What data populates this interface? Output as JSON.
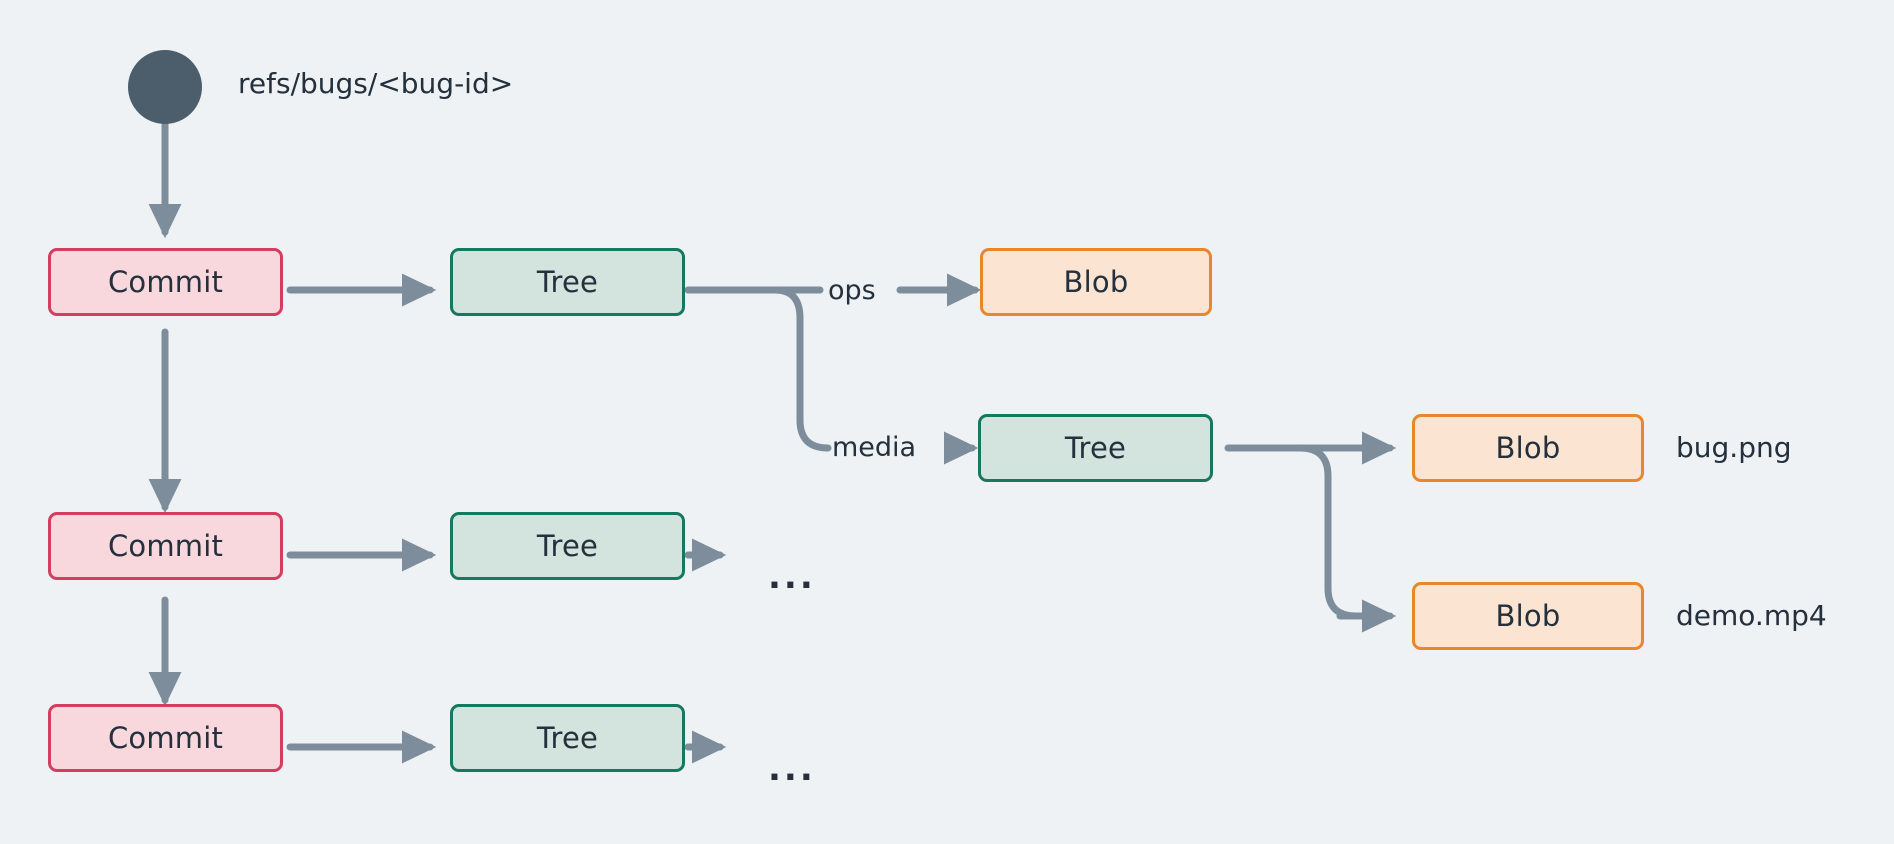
{
  "diagram": {
    "title_label": "refs/bugs/<bug-id>",
    "background_color": "#eef2f5",
    "wire_color": "#7d8d9c",
    "root_dot_color": "#4c5d6b",
    "node_colors": {
      "commit_fill": "#f8d7dd",
      "commit_border": "#d43d5f",
      "tree_fill": "#d2e4dd",
      "tree_border": "#14795f",
      "blob_fill": "#fbe4d2",
      "blob_border": "#e8862b",
      "text": "#24303c"
    },
    "nodes": {
      "commit_1": "Commit",
      "commit_2": "Commit",
      "commit_3": "Commit",
      "tree_1": "Tree",
      "tree_2": "Tree",
      "tree_3": "Tree",
      "tree_media": "Tree",
      "blob_ops": "Blob",
      "blob_bug": "Blob",
      "blob_demo": "Blob"
    },
    "edge_labels": {
      "ops": "ops",
      "media": "media"
    },
    "file_labels": {
      "bug_png": "bug.png",
      "demo_mp4": "demo.mp4"
    },
    "ellipsis": {
      "row_2": "...",
      "row_3": "..."
    }
  }
}
